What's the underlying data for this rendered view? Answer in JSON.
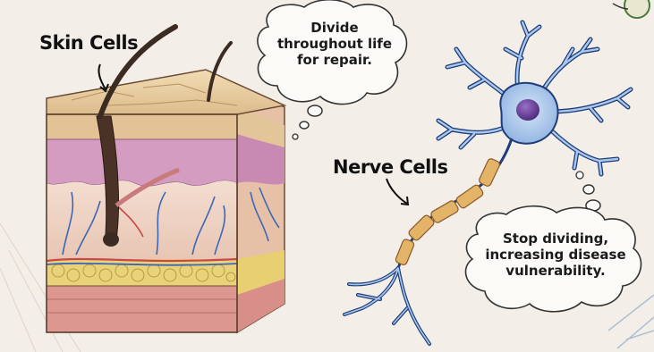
{
  "labels": {
    "skin": "Skin Cells",
    "nerve": "Nerve Cells"
  },
  "bubbles": {
    "skin_fact": [
      "Divide",
      "throughout life",
      "for repair."
    ],
    "nerve_fact": [
      "Stop dividing,",
      "increasing disease",
      "vulnerability."
    ]
  },
  "colors": {
    "background": "#f3efe8",
    "epidermis": "#e9d2a8",
    "dermis_pink": "#d9a2c4",
    "dermis_base": "#efd6c4",
    "fat_yellow": "#e7cf72",
    "vessel_red": "#c9464a",
    "vessel_blue": "#3f66b5",
    "neuron_body": "#aac8ec",
    "neuron_outline": "#1e3c7a",
    "nucleus": "#6a3f9a",
    "myelin": "#e3b467",
    "hair": "#3b2b22"
  },
  "icons": [
    "speech-bubble-icon",
    "logo-icon"
  ]
}
